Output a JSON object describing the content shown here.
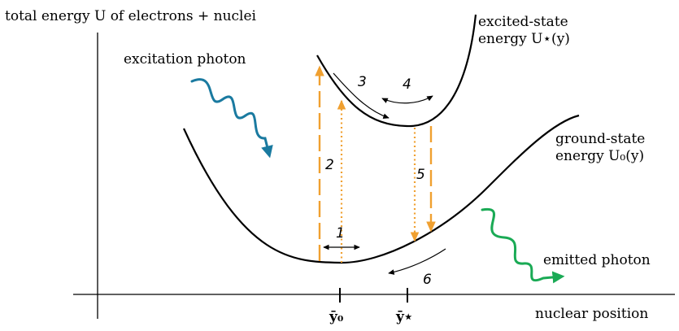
{
  "labels": {
    "y_axis": "total energy U of electrons + nuclei",
    "x_axis": "nuclear position",
    "excitation_photon": "excitation photon",
    "emitted_photon": "emitted photon",
    "excited_state_line1": "excited-state",
    "excited_state_line2": "energy U⋆(y)",
    "ground_state_line1": "ground-state",
    "ground_state_line2": "energy U₀(y)"
  },
  "ticks": {
    "y0": "ȳ₀",
    "ystar": "ȳ⋆"
  },
  "steps": {
    "s1": "1",
    "s2": "2",
    "s3": "3",
    "s4": "4",
    "s5": "5",
    "s6": "6"
  },
  "colors": {
    "curve": "#000000",
    "transition": "#f0a030",
    "excitation_wave": "#1a7aa0",
    "emission_wave": "#1aaa55"
  }
}
